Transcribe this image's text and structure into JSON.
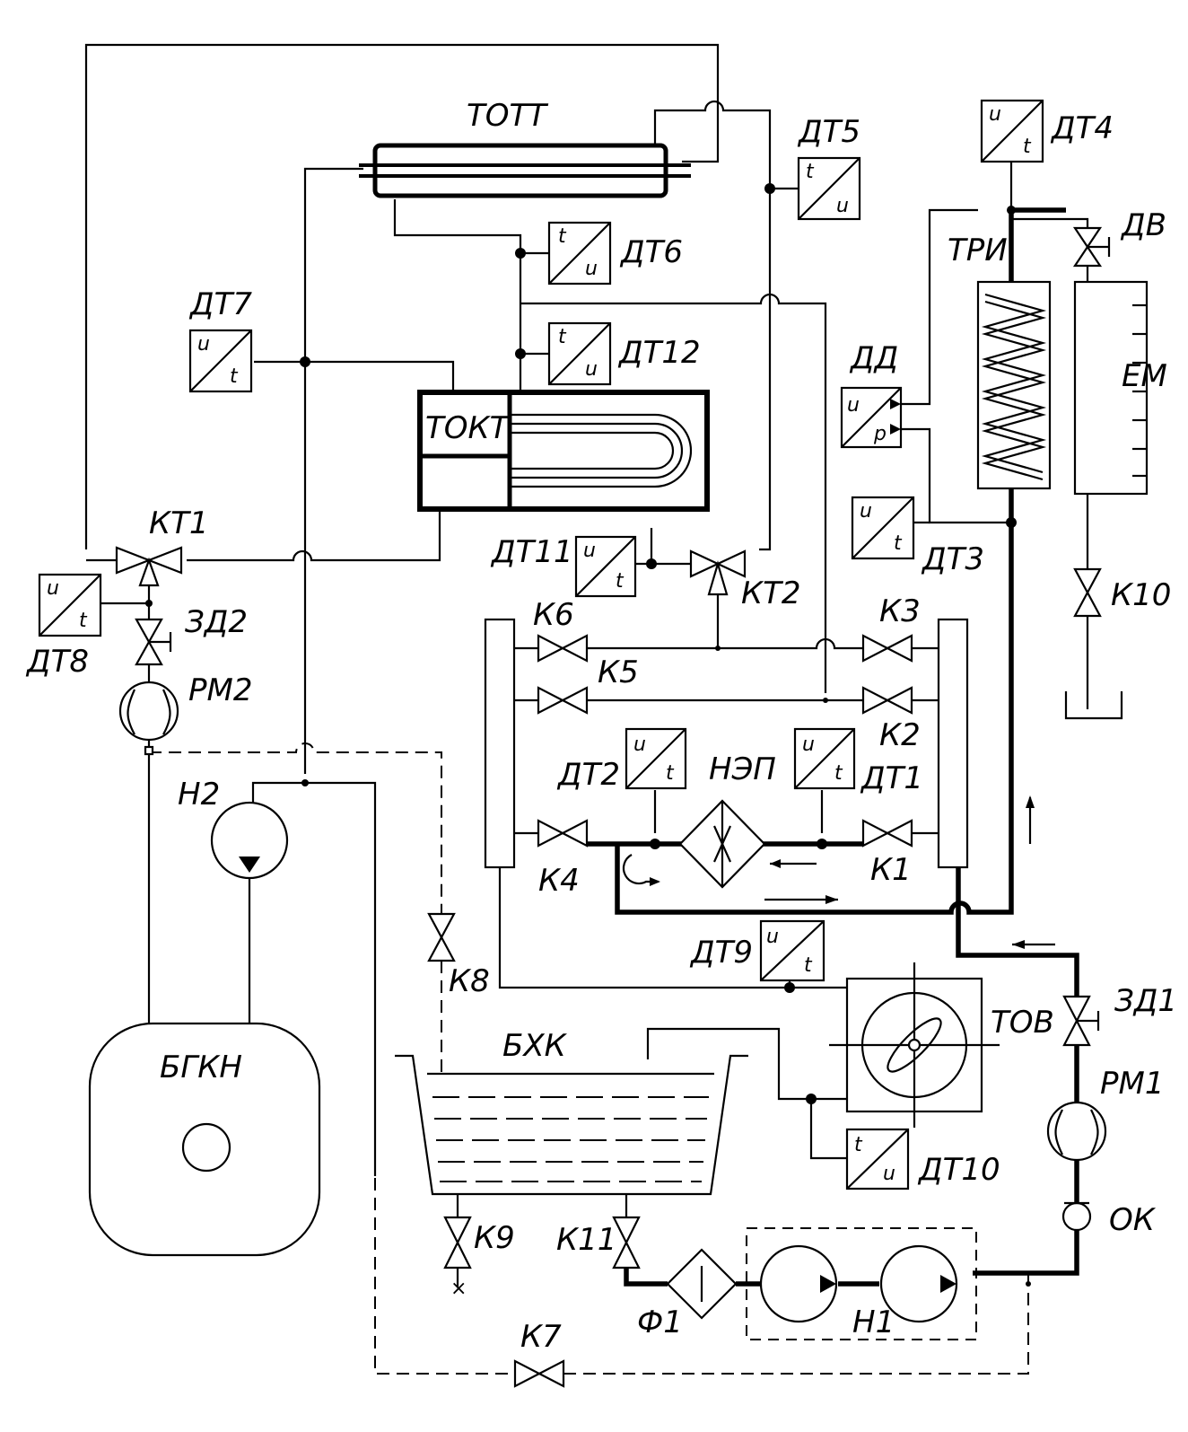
{
  "labels": {
    "tott": "ТОТТ",
    "dt5": "ДТ5",
    "dt4": "ДТ4",
    "dv": "ДВ",
    "tri": "ТРИ",
    "dt6": "ДТ6",
    "dt7": "ДТ7",
    "dt12": "ДТ12",
    "dd": "ДД",
    "em": "ЕМ",
    "tokt": "ТОКТ",
    "kt1": "КТ1",
    "dt11": "ДТ11",
    "kt2": "КТ2",
    "dt3": "ДТ3",
    "dt8": "ДТ8",
    "zd2": "ЗД2",
    "k6": "К6",
    "k3": "К3",
    "k10": "К10",
    "pm2": "РМ2",
    "k5": "К5",
    "k2": "К2",
    "dt2": "ДТ2",
    "nep": "НЭП",
    "dt1": "ДТ1",
    "n2": "Н2",
    "k4": "К4",
    "k1": "К1",
    "dt9": "ДТ9",
    "k8": "К8",
    "tov": "ТОВ",
    "zd1": "ЗД1",
    "bkh": "БХК",
    "bgkn": "БГКН",
    "pm1": "РМ1",
    "dt10": "ДТ10",
    "ok": "ОК",
    "k9": "К9",
    "k11": "К11",
    "f1": "Ф1",
    "n1": "Н1",
    "k7": "К7"
  }
}
